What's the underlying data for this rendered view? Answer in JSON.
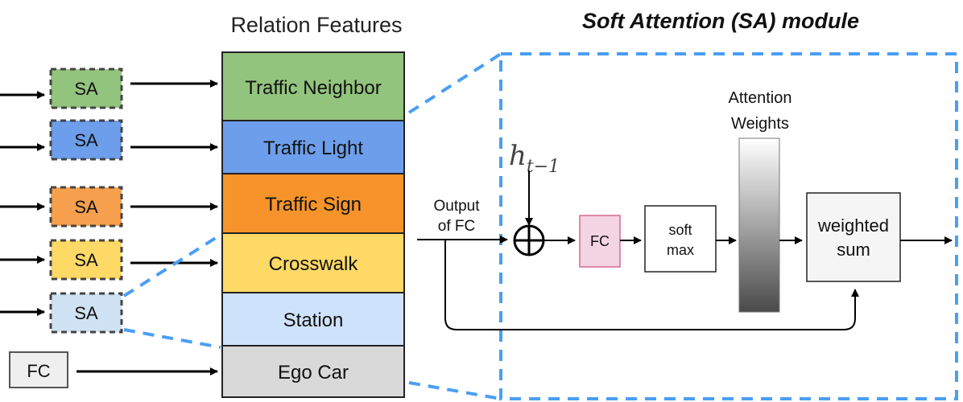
{
  "titles": {
    "relation_features": "Relation Features",
    "sa_module": "Soft Attention (SA) module"
  },
  "left_column": {
    "sa_boxes": [
      {
        "label": "SA",
        "color": "#93c47d"
      },
      {
        "label": "SA",
        "color": "#6d9eeb"
      },
      {
        "label": "SA",
        "color": "#f6a04d"
      },
      {
        "label": "SA",
        "color": "#ffd966"
      },
      {
        "label": "SA",
        "color": "#cfe2f3"
      }
    ],
    "fc_box": {
      "label": "FC",
      "color": "#efefef"
    }
  },
  "features": [
    {
      "label": "Traffic Neighbor",
      "color": "#93c47d"
    },
    {
      "label": "Traffic Light",
      "color": "#6d9eeb"
    },
    {
      "label": "Traffic Sign",
      "color": "#f6932a"
    },
    {
      "label": "Crosswalk",
      "color": "#ffd966"
    },
    {
      "label": "Station",
      "color": "#cfe2fb"
    },
    {
      "label": "Ego Car",
      "color": "#d9d9d9"
    }
  ],
  "sa_module": {
    "input_label_line1": "Output",
    "input_label_line2": "of FC",
    "hidden_state_base": "h",
    "hidden_state_sub": "t−1",
    "fc_label": "FC",
    "fc_color": "#f4d3e3",
    "softmax_line1": "soft",
    "softmax_line2": "max",
    "attention_line1": "Attention",
    "attention_line2": "Weights",
    "weighted_line1": "weighted",
    "weighted_line2": "sum"
  },
  "colors": {
    "dashed_blue": "#4a9ef5",
    "outline": "#333333",
    "weighted_bg": "#f5f5f5"
  }
}
